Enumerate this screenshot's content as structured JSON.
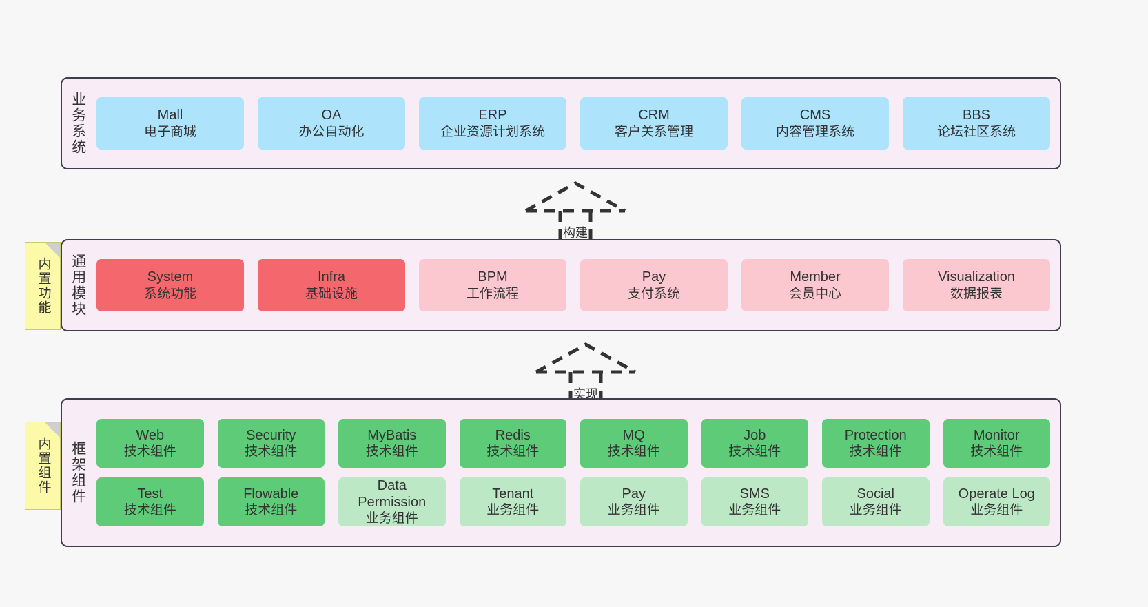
{
  "diagram": {
    "background": "#f7f7f7",
    "panel_fill": "#f8ecf6",
    "panel_border": "#3d3d4e",
    "note_fill": "#fcfaa8"
  },
  "notes": [
    {
      "id": "builtin-functions",
      "label": "内置功能"
    },
    {
      "id": "builtin-components",
      "label": "内置组件"
    }
  ],
  "connectors": [
    {
      "id": "build",
      "label": "构建",
      "style": "dashed-hollow-arrow-up",
      "color": "#333333"
    },
    {
      "id": "implement",
      "label": "实现",
      "style": "dashed-hollow-arrow-up",
      "color": "#333333"
    }
  ],
  "layers": [
    {
      "id": "business-systems",
      "title": "业务系统",
      "accent": "#ade3fb",
      "rows": [
        {
          "cards": [
            {
              "en": "Mall",
              "cn": "电子商城",
              "kind": "business"
            },
            {
              "en": "OA",
              "cn": "办公自动化",
              "kind": "business"
            },
            {
              "en": "ERP",
              "cn": "企业资源计划系统",
              "kind": "business"
            },
            {
              "en": "CRM",
              "cn": "客户关系管理",
              "kind": "business"
            },
            {
              "en": "CMS",
              "cn": "内容管理系统",
              "kind": "business"
            },
            {
              "en": "BBS",
              "cn": "论坛社区系统",
              "kind": "business"
            }
          ]
        }
      ]
    },
    {
      "id": "common-modules",
      "title": "通用模块",
      "accent": "#f4676d",
      "rows": [
        {
          "cards": [
            {
              "en": "System",
              "cn": "系统功能",
              "kind": "core"
            },
            {
              "en": "Infra",
              "cn": "基础设施",
              "kind": "core"
            },
            {
              "en": "BPM",
              "cn": "工作流程",
              "kind": "ext"
            },
            {
              "en": "Pay",
              "cn": "支付系统",
              "kind": "ext"
            },
            {
              "en": "Member",
              "cn": "会员中心",
              "kind": "ext"
            },
            {
              "en": "Visualization",
              "cn": "数据报表",
              "kind": "ext"
            }
          ]
        }
      ]
    },
    {
      "id": "framework-components",
      "title": "框架组件",
      "accent": "#5ecb79",
      "rows": [
        {
          "cards": [
            {
              "en": "Web",
              "cn": "技术组件",
              "kind": "tech"
            },
            {
              "en": "Security",
              "cn": "技术组件",
              "kind": "tech"
            },
            {
              "en": "MyBatis",
              "cn": "技术组件",
              "kind": "tech"
            },
            {
              "en": "Redis",
              "cn": "技术组件",
              "kind": "tech"
            },
            {
              "en": "MQ",
              "cn": "技术组件",
              "kind": "tech"
            },
            {
              "en": "Job",
              "cn": "技术组件",
              "kind": "tech"
            },
            {
              "en": "Protection",
              "cn": "技术组件",
              "kind": "tech"
            },
            {
              "en": "Monitor",
              "cn": "技术组件",
              "kind": "tech"
            }
          ]
        },
        {
          "cards": [
            {
              "en": "Test",
              "cn": "技术组件",
              "kind": "tech"
            },
            {
              "en": "Flowable",
              "cn": "技术组件",
              "kind": "tech"
            },
            {
              "en": "Data Permission",
              "cn": "业务组件",
              "kind": "biz"
            },
            {
              "en": "Tenant",
              "cn": "业务组件",
              "kind": "biz"
            },
            {
              "en": "Pay",
              "cn": "业务组件",
              "kind": "biz"
            },
            {
              "en": "SMS",
              "cn": "业务组件",
              "kind": "biz"
            },
            {
              "en": "Social",
              "cn": "业务组件",
              "kind": "biz"
            },
            {
              "en": "Operate Log",
              "cn": "业务组件",
              "kind": "biz"
            }
          ]
        }
      ]
    }
  ]
}
